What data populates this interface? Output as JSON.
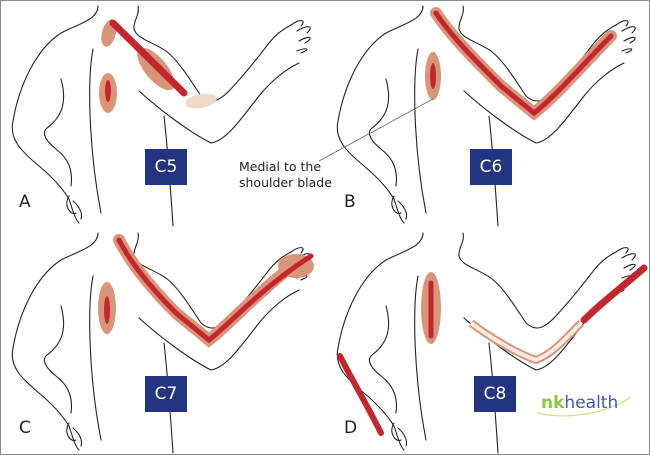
{
  "panels": [
    {
      "letter": "A",
      "level": "C5"
    },
    {
      "letter": "B",
      "level": "C6"
    },
    {
      "letter": "C",
      "level": "C7"
    },
    {
      "letter": "D",
      "level": "C8"
    }
  ],
  "callout": "Medial to the shoulder blade",
  "logo": {
    "prefix": "nk",
    "suffix": "health"
  },
  "colors": {
    "dark_red": "#c1272d",
    "light_patch": "#d9957a",
    "beige_patch": "#f0d9c6",
    "label_box": "#233580",
    "logo_green": "#8dc63f",
    "logo_blue": "#3a5ba8"
  }
}
